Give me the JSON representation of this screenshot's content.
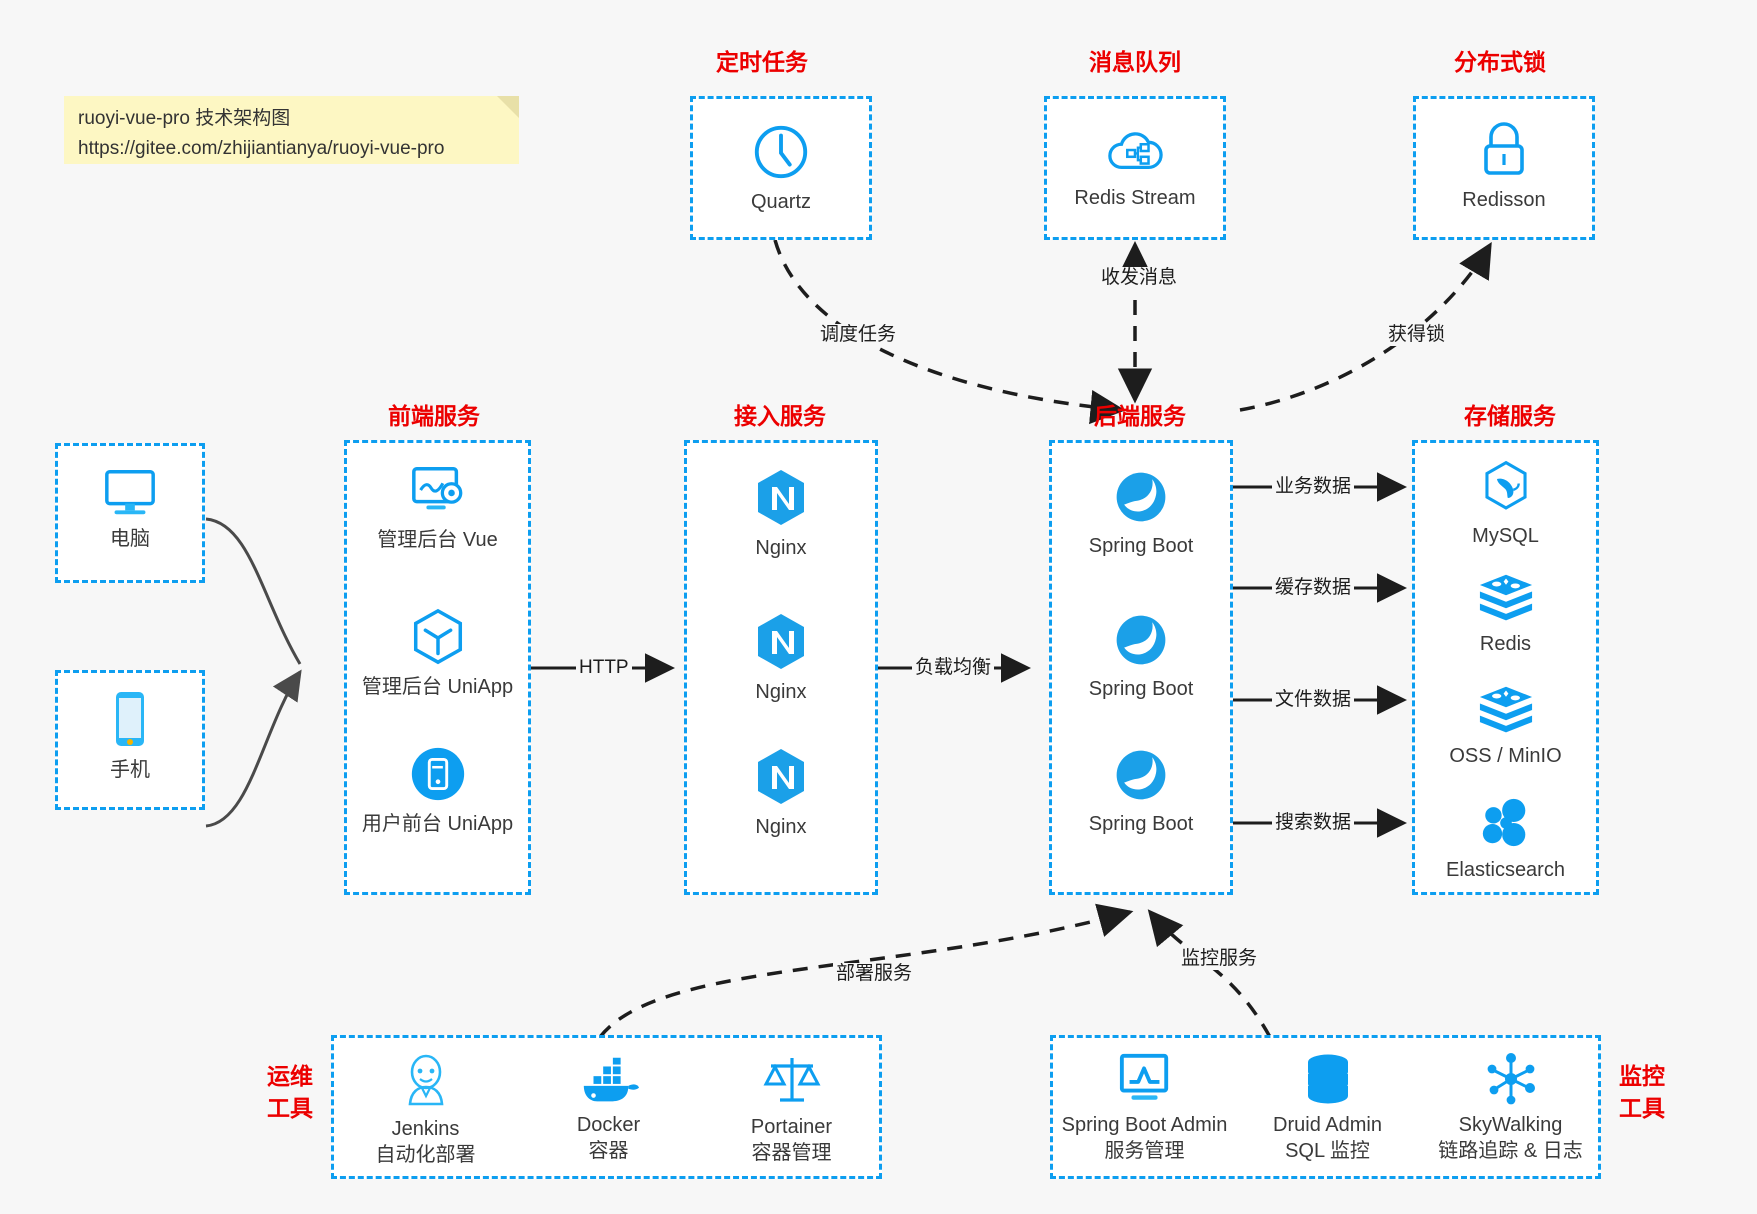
{
  "note": {
    "line1": "ruoyi-vue-pro 技术架构图",
    "line2": "https://gitee.com/zhijiantianya/ruoyi-vue-pro"
  },
  "colors": {
    "accent_blue": "#0d9ef0",
    "group_label_red": "#ec0000",
    "background": "#f7f7f7",
    "box_fill": "#ffffff",
    "edge_gray": "#4a4a4a"
  },
  "groups": {
    "scheduled_task": {
      "label": "定时任务",
      "items": [
        {
          "name": "Quartz",
          "icon": "clock-icon"
        }
      ]
    },
    "message_queue": {
      "label": "消息队列",
      "items": [
        {
          "name": "Redis Stream",
          "icon": "cloud-stream-icon"
        }
      ]
    },
    "distributed_lock": {
      "label": "分布式锁",
      "items": [
        {
          "name": "Redisson",
          "icon": "lock-icon"
        }
      ]
    },
    "clients": {
      "items": [
        {
          "name": "电脑",
          "icon": "desktop-icon"
        },
        {
          "name": "手机",
          "icon": "mobile-icon"
        }
      ]
    },
    "frontend": {
      "label": "前端服务",
      "items": [
        {
          "name": "管理后台 Vue",
          "icon": "dashboard-gear-icon"
        },
        {
          "name": "管理后台 UniApp",
          "icon": "cube-icon"
        },
        {
          "name": "用户前台 UniApp",
          "icon": "app-tile-icon"
        }
      ]
    },
    "gateway": {
      "label": "接入服务",
      "items": [
        {
          "name": "Nginx",
          "icon": "nginx-icon"
        },
        {
          "name": "Nginx",
          "icon": "nginx-icon"
        },
        {
          "name": "Nginx",
          "icon": "nginx-icon"
        }
      ]
    },
    "backend": {
      "label": "后端服务",
      "items": [
        {
          "name": "Spring Boot",
          "icon": "spring-leaf-icon"
        },
        {
          "name": "Spring Boot",
          "icon": "spring-leaf-icon"
        },
        {
          "name": "Spring Boot",
          "icon": "spring-leaf-icon"
        }
      ]
    },
    "storage": {
      "label": "存储服务",
      "items": [
        {
          "name": "MySQL",
          "icon": "mysql-dolphin-icon"
        },
        {
          "name": "Redis",
          "icon": "redis-stack-icon"
        },
        {
          "name": "OSS / MinIO",
          "icon": "redis-stack-icon"
        },
        {
          "name": "Elasticsearch",
          "icon": "elasticsearch-icon"
        }
      ]
    },
    "devops": {
      "label_line1": "运维",
      "label_line2": "工具",
      "items": [
        {
          "name": "Jenkins",
          "sub": "自动化部署",
          "icon": "jenkins-butler-icon"
        },
        {
          "name": "Docker",
          "sub": "容器",
          "icon": "docker-whale-icon"
        },
        {
          "name": "Portainer",
          "sub": "容器管理",
          "icon": "portainer-scale-icon"
        }
      ]
    },
    "monitoring": {
      "label_line1": "监控",
      "label_line2": "工具",
      "items": [
        {
          "name": "Spring Boot Admin",
          "sub": "服务管理",
          "icon": "monitor-chart-icon"
        },
        {
          "name": "Druid Admin",
          "sub": "SQL 监控",
          "icon": "database-icon"
        },
        {
          "name": "SkyWalking",
          "sub": "链路追踪 & 日志",
          "icon": "skywalking-node-icon"
        }
      ]
    }
  },
  "edges": [
    {
      "id": "schedule",
      "label": "调度任务",
      "from": "Quartz",
      "to": "后端服务",
      "style": "dashed"
    },
    {
      "id": "mq",
      "label": "收发消息",
      "from": "Redis Stream",
      "to": "后端服务",
      "style": "dashed-bidirectional"
    },
    {
      "id": "lock",
      "label": "获得锁",
      "from": "后端服务",
      "to": "Redisson",
      "style": "dashed"
    },
    {
      "id": "http",
      "label": "HTTP",
      "from": "前端服务",
      "to": "接入服务",
      "style": "solid"
    },
    {
      "id": "lb",
      "label": "负载均衡",
      "from": "接入服务",
      "to": "后端服务",
      "style": "solid"
    },
    {
      "id": "biz",
      "label": "业务数据",
      "from": "后端服务",
      "to": "MySQL",
      "style": "solid"
    },
    {
      "id": "cache",
      "label": "缓存数据",
      "from": "后端服务",
      "to": "Redis",
      "style": "solid"
    },
    {
      "id": "file",
      "label": "文件数据",
      "from": "后端服务",
      "to": "OSS / MinIO",
      "style": "solid"
    },
    {
      "id": "search",
      "label": "搜索数据",
      "from": "后端服务",
      "to": "Elasticsearch",
      "style": "solid"
    },
    {
      "id": "deploy",
      "label": "部署服务",
      "from": "运维工具",
      "to": "后端服务",
      "style": "dashed"
    },
    {
      "id": "monitor",
      "label": "监控服务",
      "from": "监控工具",
      "to": "后端服务",
      "style": "dashed"
    }
  ]
}
